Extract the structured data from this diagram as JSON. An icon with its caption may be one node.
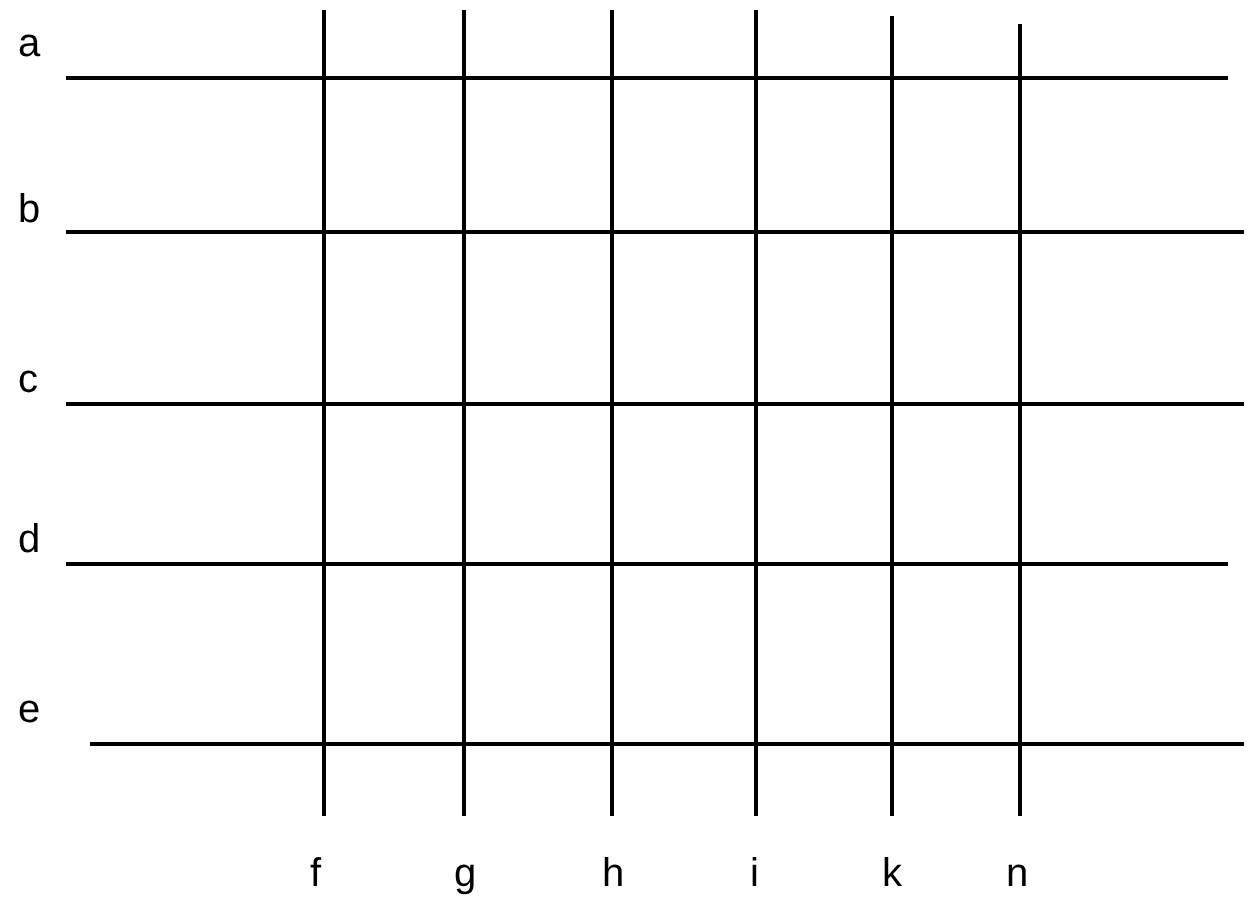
{
  "diagram": {
    "labels": [
      "a",
      "b",
      "c",
      "d",
      "e",
      "f",
      "g",
      "h",
      "i",
      "k",
      "n"
    ]
  }
}
